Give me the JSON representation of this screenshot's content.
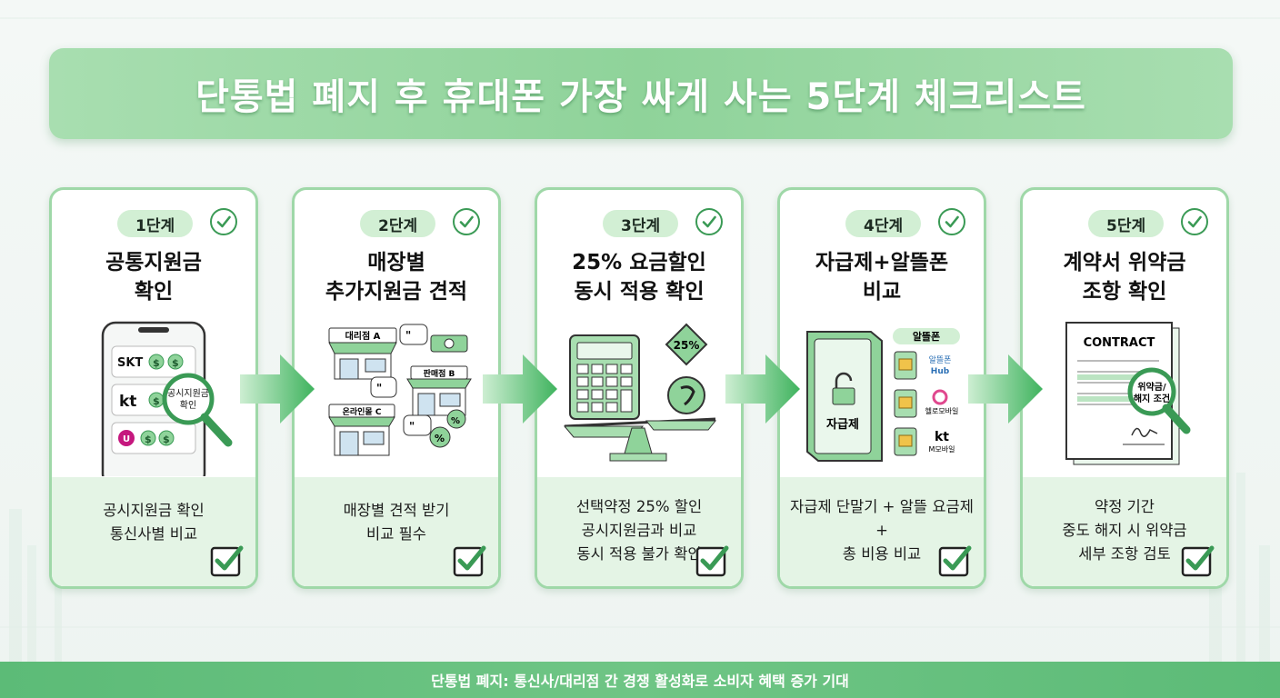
{
  "title": "단통법 폐지 후 휴대폰 가장 싸게 사는 5단계 체크리스트",
  "footer": "단통법 폐지: 통신사/대리점 간 경쟁 활성화로 소비자 혜택 증가 기대",
  "colors": {
    "accent": "#5cbb77",
    "card_border": "#9fd8a8",
    "pill": "#d2efd4",
    "check": "#3a9a55"
  },
  "steps": [
    {
      "step": "1단계",
      "title": [
        "공통지원금",
        "확인"
      ],
      "desc": [
        "공시지원금 확인",
        "통신사별 비교"
      ],
      "illus": {
        "carrier1": "SKT",
        "carrier2": "kt",
        "magnifier": "공시지원금 확인",
        "magnifier_l1": "공시지원금",
        "magnifier_l2": "확인",
        "icon": "phone-carrier-compare-icon"
      }
    },
    {
      "step": "2단계",
      "title": [
        "매장별",
        "추가지원금 견적"
      ],
      "desc": [
        "매장별 견적 받기",
        "비교 필수"
      ],
      "illus": {
        "store_a": "대리점 A",
        "store_b": "판매점 B",
        "store_c": "온라인몰 C",
        "icon": "store-compare-icon"
      }
    },
    {
      "step": "3단계",
      "title": [
        "25% 요금할인",
        "동시 적용 확인"
      ],
      "desc": [
        "선택약정 25% 할인",
        "공시지원금과 비교",
        "동시 적용 불가 확인"
      ],
      "illus": {
        "discount": "25%",
        "icon": "calculator-scale-icon"
      }
    },
    {
      "step": "4단계",
      "title": [
        "자급제+알뜰폰",
        "비교"
      ],
      "desc": [
        "자급제 단말기 + 알뜰 요금제",
        "+",
        "총 비용 비교"
      ],
      "illus": {
        "phone_label": "자급제",
        "mvno_badge": "알뜰폰",
        "sim1_l1": "알뜰폰",
        "sim1_l2": "Hub",
        "sim2": "헬로모바일",
        "sim3_l1": "kt",
        "sim3_l2": "M모바일",
        "icon": "unlocked-phone-sim-icon"
      }
    },
    {
      "step": "5단계",
      "title": [
        "계약서 위약금",
        "조항 확인"
      ],
      "desc": [
        "약정 기간",
        "중도 해지 시 위약금",
        "세부 조항 검토"
      ],
      "illus": {
        "doc_title": "CONTRACT",
        "magnifier_l1": "위약금/",
        "magnifier_l2": "해지 조건",
        "icon": "contract-magnifier-icon"
      }
    }
  ]
}
